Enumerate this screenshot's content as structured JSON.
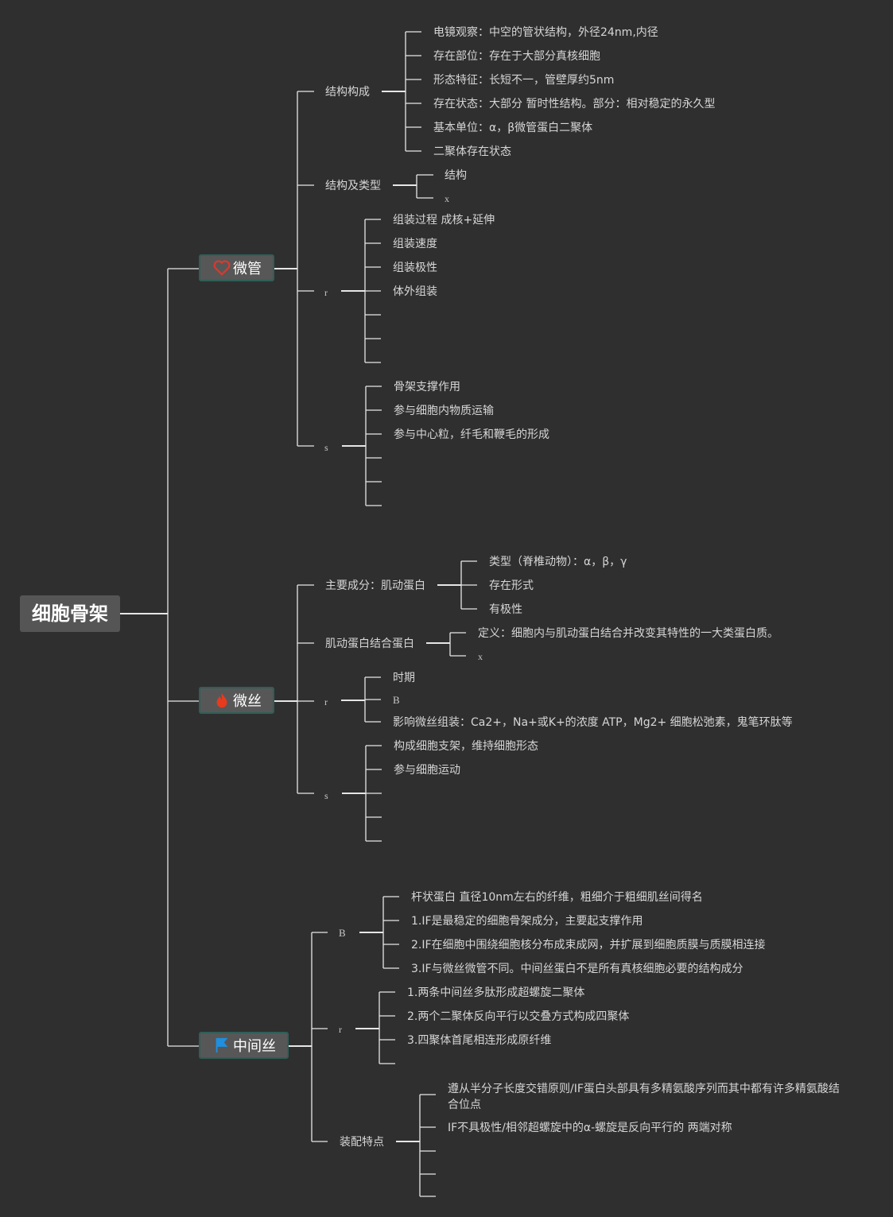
{
  "colors": {
    "background": "#2f2f2f",
    "line": "#e0e0e0",
    "node": "#575757",
    "heart": "#d83a2f",
    "fire": "#e63b1f",
    "flag": "#1f8fe0"
  },
  "root": {
    "label": "细胞骨架"
  },
  "microtubule": {
    "label": "微管",
    "icon": "heart-icon",
    "structure": {
      "label": "结构构成",
      "items": [
        "电镜观察：中空的管状结构，外径24nm,内径",
        "存在部位：存在于大部分真核细胞",
        "形态特征：长短不一，管壁厚约5nm",
        "存在状态：大部分 暂时性结构。部分：相对稳定的永久型",
        "基本单位：α，β微管蛋白二聚体",
        "二聚体存在状态"
      ]
    },
    "types": {
      "label": "结构及类型",
      "items": [
        "结构",
        "x"
      ]
    },
    "r": {
      "label": "r",
      "items": [
        "组装过程 成核+延伸",
        "组装速度",
        "组装极性",
        "体外组装"
      ]
    },
    "s": {
      "label": "s",
      "items": [
        "骨架支撑作用",
        "参与细胞内物质运输",
        "参与中心粒，纤毛和鞭毛的形成"
      ]
    }
  },
  "microfilament": {
    "label": "微丝",
    "icon": "fire-icon",
    "main": {
      "label": "主要成分：肌动蛋白",
      "items": [
        "类型（脊椎动物）：α，β，γ",
        "存在形式",
        "有极性"
      ]
    },
    "binding": {
      "label": "肌动蛋白结合蛋白",
      "items": [
        "定义：细胞内与肌动蛋白结合并改变其特性的一大类蛋白质。",
        "x"
      ]
    },
    "r": {
      "label": "r",
      "items": [
        "时期",
        "B",
        "影响微丝组装：Ca2+，Na+或K+的浓度 ATP，Mg2+ 细胞松弛素，鬼笔环肽等"
      ]
    },
    "s": {
      "label": "s",
      "items": [
        "构成细胞支架，维持细胞形态",
        "参与细胞运动"
      ]
    }
  },
  "intermediate": {
    "label": "中间丝",
    "icon": "flag-icon",
    "b": {
      "label": "B",
      "items": [
        "杆状蛋白 直径10nm左右的纤维，粗细介于粗细肌丝间得名",
        "1.IF是最稳定的细胞骨架成分，主要起支撑作用",
        "2.IF在细胞中围绕细胞核分布成束成网，并扩展到细胞质膜与质膜相连接",
        "3.IF与微丝微管不同。中间丝蛋白不是所有真核细胞必要的结构成分"
      ]
    },
    "r": {
      "label": "r",
      "items": [
        "1.两条中间丝多肽形成超螺旋二聚体",
        "2.两个二聚体反向平行以交叠方式构成四聚体",
        "3.四聚体首尾相连形成原纤维"
      ]
    },
    "assembly": {
      "label": "装配特点",
      "items": [
        "遵从半分子长度交错原则/IF蛋白头部具有多精氨酸序列而其中都有许多精氨酸结合位点",
        "IF不具极性/相邻超螺旋中的α-螺旋是反向平行的 两端对称"
      ]
    }
  }
}
